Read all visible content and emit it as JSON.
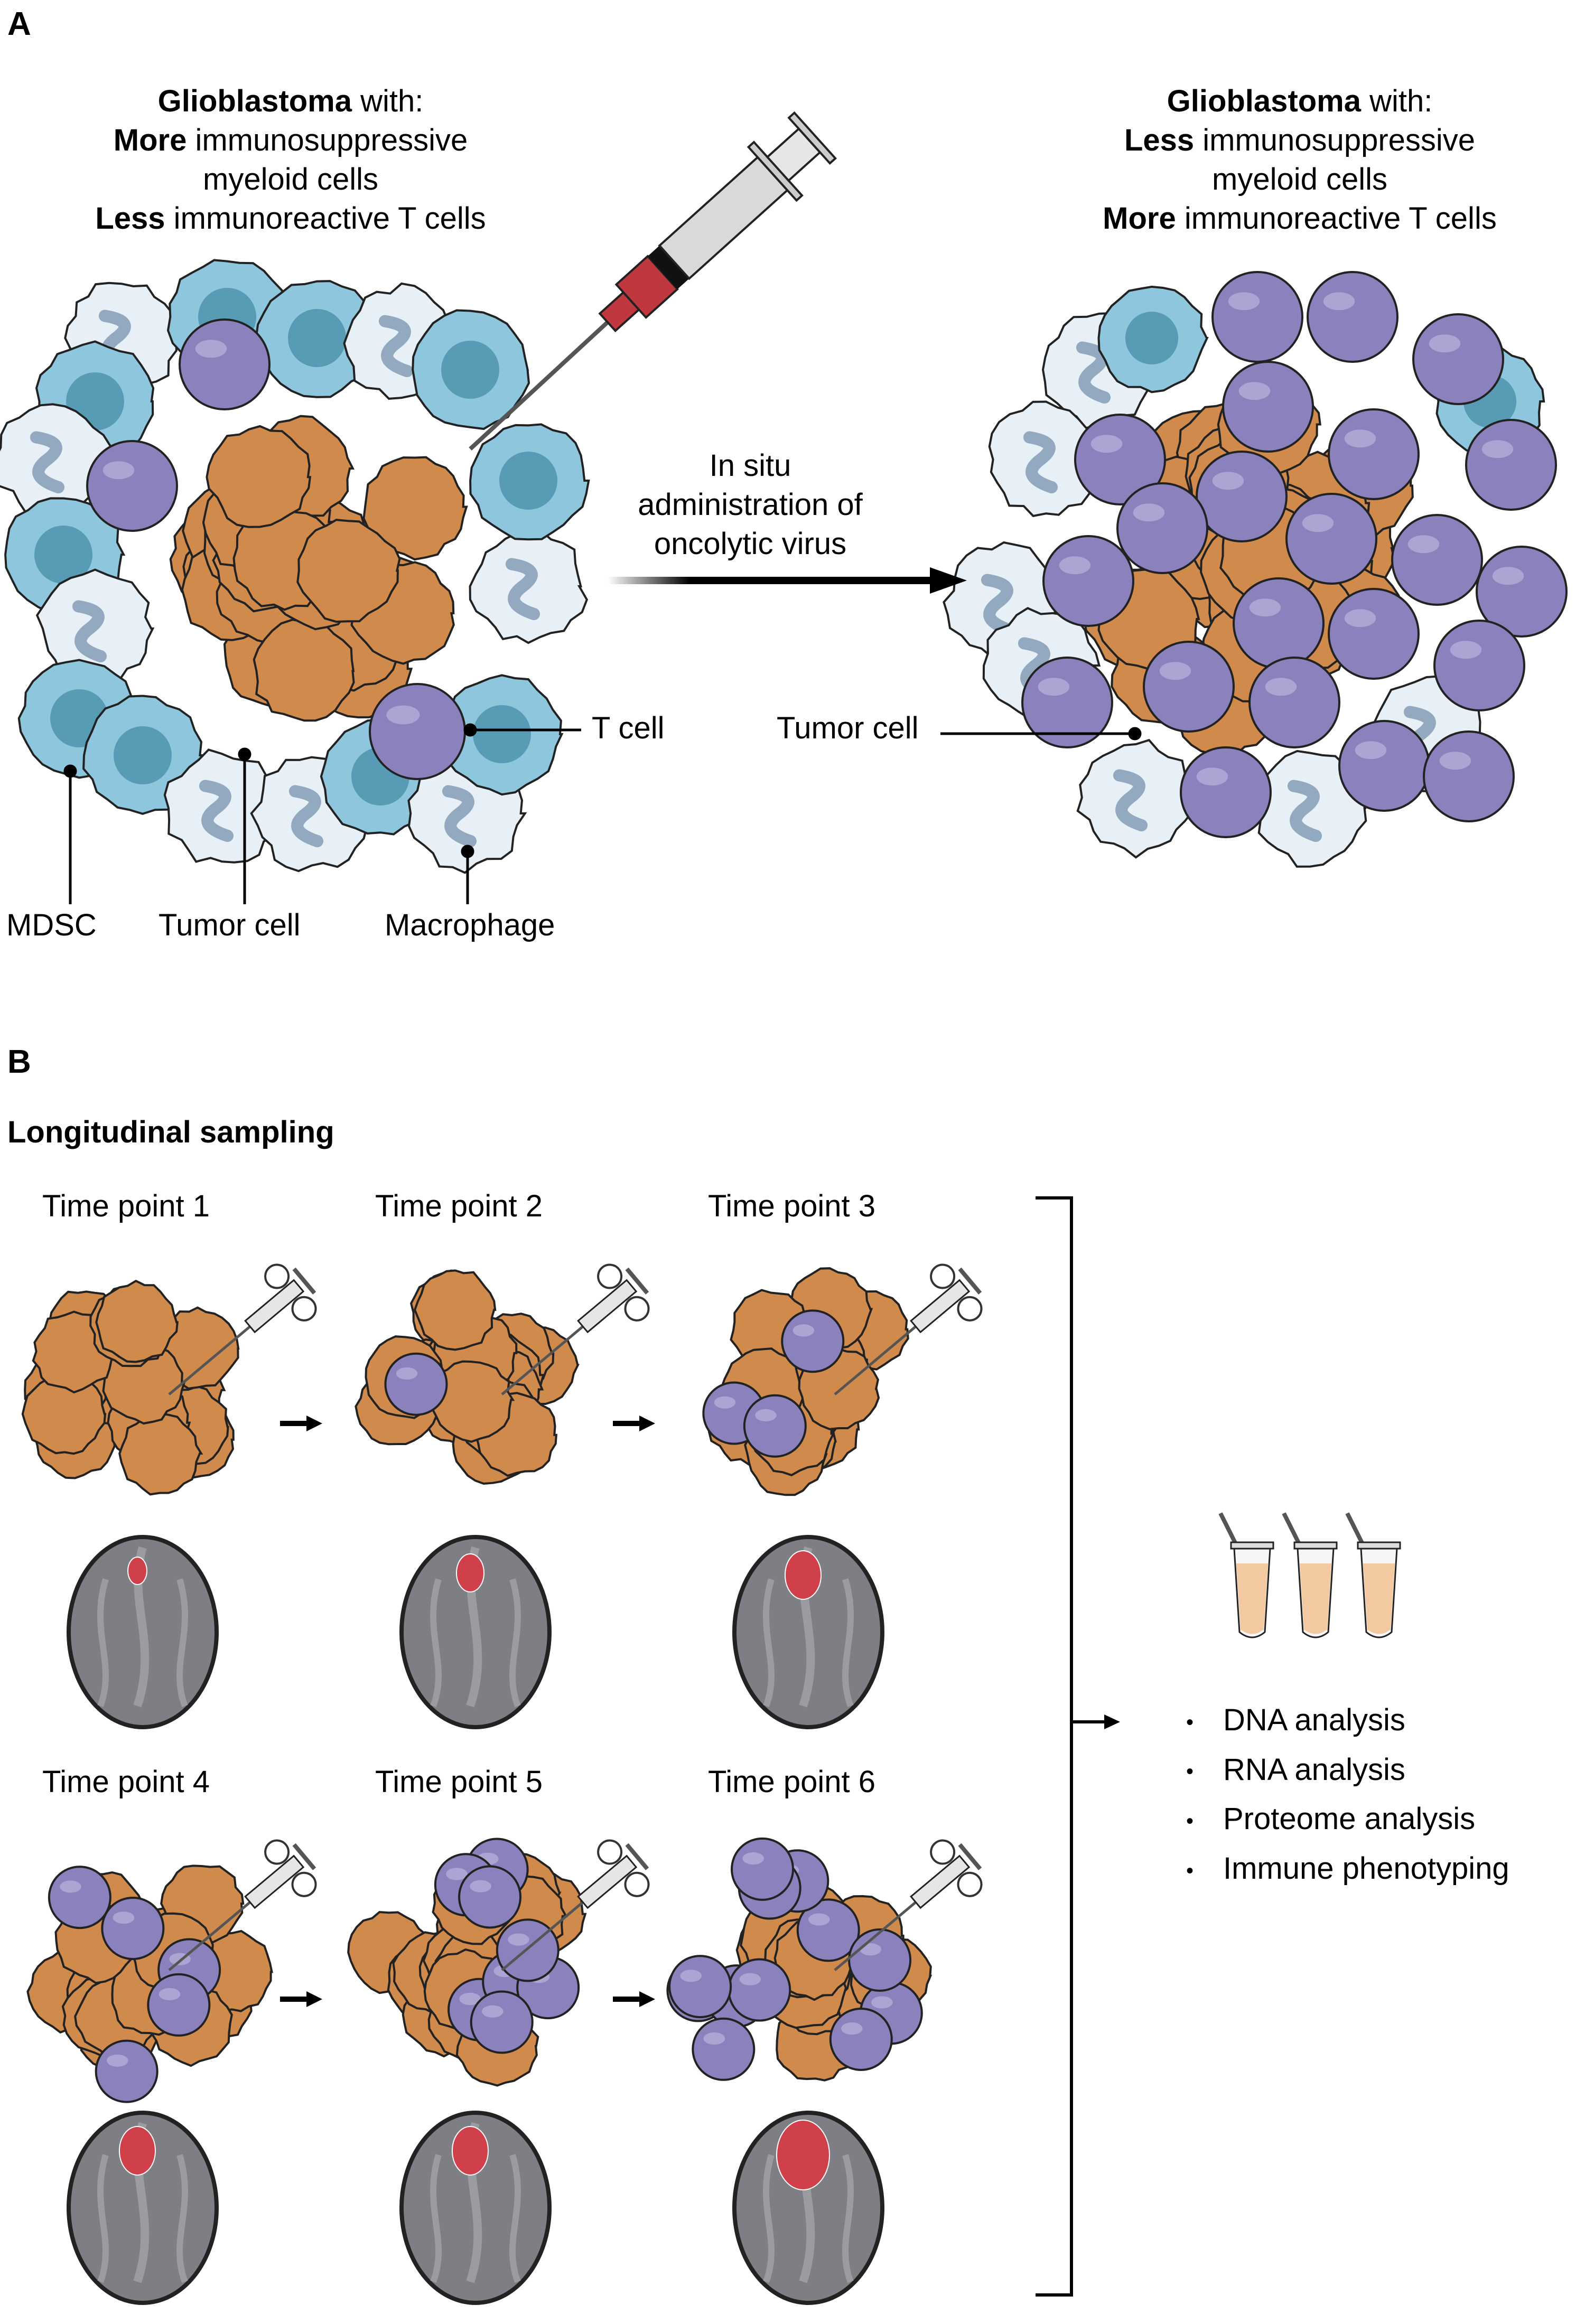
{
  "panel_a": {
    "letter": "A",
    "left_heading": {
      "line1_bold": "Glioblastoma",
      "line1_rest": " with:",
      "line2_bold": "More",
      "line2_rest": " immunosuppressive",
      "line3": "myeloid cells",
      "line4_bold": "Less",
      "line4_rest": " immunoreactive T cells"
    },
    "right_heading": {
      "line1_bold": "Glioblastoma",
      "line1_rest": " with:",
      "line2_bold": "Less",
      "line2_rest": " immunosuppressive",
      "line3": "myeloid cells",
      "line4_bold": "More",
      "line4_rest": " immunoreactive T cells"
    },
    "arrow_caption": [
      "In situ",
      "administration of",
      "oncolytic virus"
    ],
    "left_labels": {
      "t_cell": "T cell",
      "mdsc": "MDSC",
      "tumor_cell": "Tumor cell",
      "macrophage": "Macrophage"
    },
    "right_labels": {
      "tumor_cell": "Tumor cell"
    },
    "colors": {
      "tumor": "#d08a4c",
      "t_cell": "#8b82bd",
      "mdsc": "#8ec7dd",
      "mdsc_nucleus": "#4f93ad",
      "macrophage": "#e6f0f6",
      "macrophage_nucleus": "#93a9c0",
      "syringe_fluid": "#c0383f"
    }
  },
  "panel_b": {
    "letter": "B",
    "title": "Longitudinal sampling",
    "time_points": [
      {
        "label": "Time point 1",
        "t_cells": 0,
        "tumor_size": 1
      },
      {
        "label": "Time point 2",
        "t_cells": 1,
        "tumor_size": 2
      },
      {
        "label": "Time point 3",
        "t_cells": 3,
        "tumor_size": 3
      },
      {
        "label": "Time point 4",
        "t_cells": 5,
        "tumor_size": 3
      },
      {
        "label": "Time point 5",
        "t_cells": 8,
        "tumor_size": 3
      },
      {
        "label": "Time point 6",
        "t_cells": 12,
        "tumor_size": 5
      }
    ],
    "analyses": [
      "DNA analysis",
      "RNA analysis",
      "Proteome analysis",
      "Immune phenotyping"
    ],
    "colors": {
      "brain": "#7d7f84",
      "lesion": "#d0404a",
      "tube_fluid": "#f2c9a0"
    }
  }
}
